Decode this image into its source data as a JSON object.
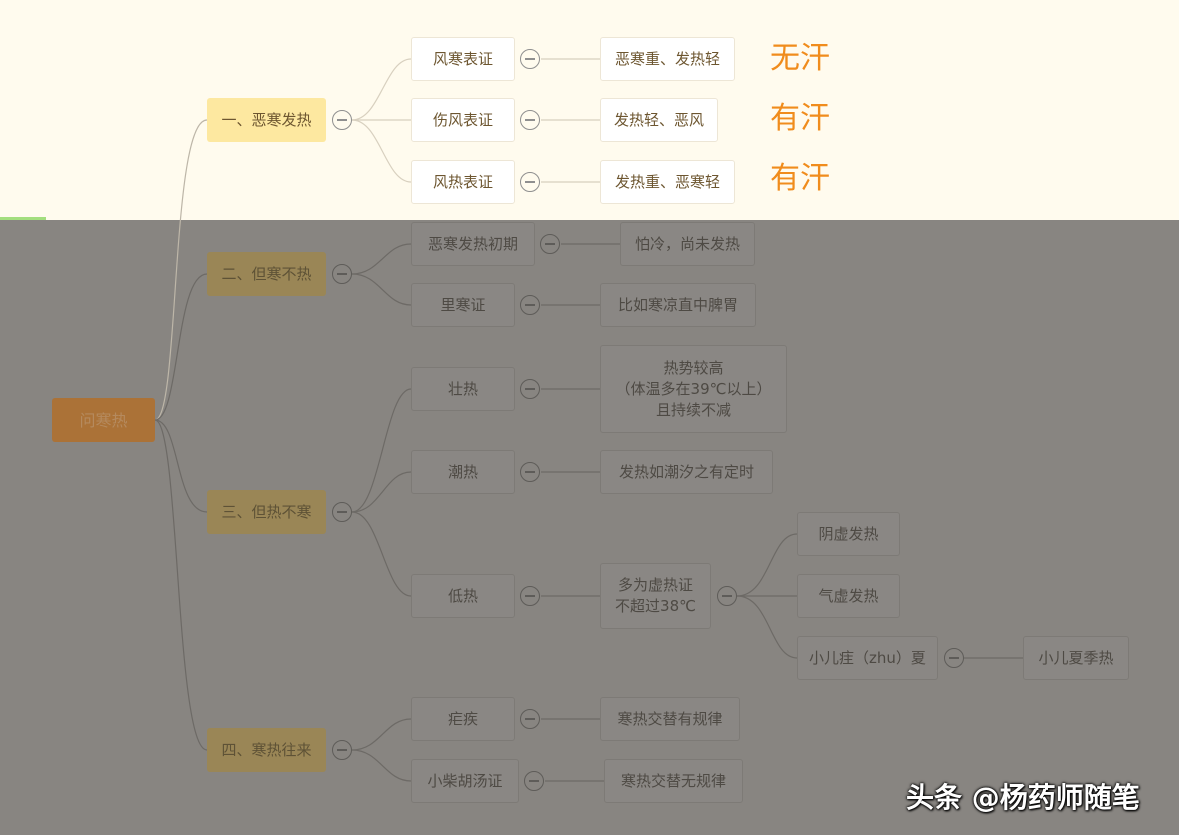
{
  "mindmap": {
    "root": "问寒热",
    "branches": [
      {
        "label": "一、恶寒发热",
        "children": [
          {
            "label": "风寒表证",
            "detail": "恶寒重、发热轻",
            "note": "无汗"
          },
          {
            "label": "伤风表证",
            "detail": "发热轻、恶风",
            "note": "有汗"
          },
          {
            "label": "风热表证",
            "detail": "发热重、恶寒轻",
            "note": "有汗"
          }
        ]
      },
      {
        "label": "二、但寒不热",
        "children": [
          {
            "label": "恶寒发热初期",
            "detail": "怕冷，尚未发热"
          },
          {
            "label": "里寒证",
            "detail": "比如寒凉直中脾胃"
          }
        ]
      },
      {
        "label": "三、但热不寒",
        "children": [
          {
            "label": "壮热",
            "detail_lines": [
              "热势较高",
              "（体温多在39℃以上）",
              "且持续不减"
            ]
          },
          {
            "label": "潮热",
            "detail": "发热如潮汐之有定时"
          },
          {
            "label": "低热",
            "detail_lines": [
              "多为虚热证",
              "不超过38℃"
            ],
            "sub": [
              {
                "label": "阴虚发热"
              },
              {
                "label": "气虚发热"
              },
              {
                "label": "小儿疰（zhu）夏",
                "detail": "小儿夏季热"
              }
            ]
          }
        ]
      },
      {
        "label": "四、寒热往来",
        "children": [
          {
            "label": "疟疾",
            "detail": "寒热交替有规律"
          },
          {
            "label": "小柴胡汤证",
            "detail": "寒热交替无规律"
          }
        ]
      }
    ]
  },
  "watermark": "头条 @杨药师随笔",
  "colors": {
    "highlight_band": "#fffbee",
    "dimmed_overlay": "#888581",
    "note_orange": "#f08c1c",
    "root_fill": "#ab7237",
    "branch_highlight": "#fde8a0"
  }
}
